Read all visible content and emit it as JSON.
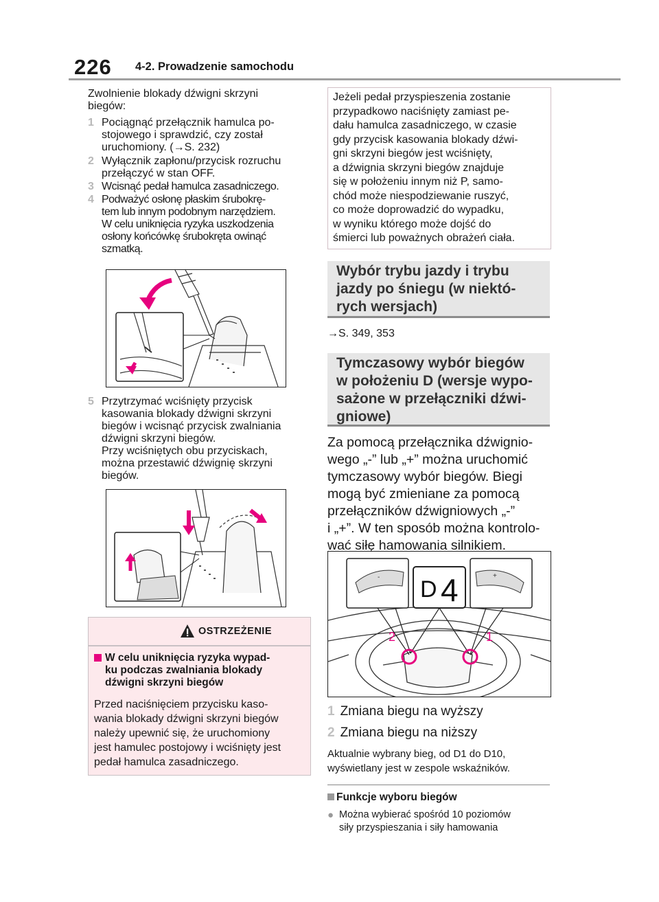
{
  "header": {
    "page_number": "226",
    "chapter": "4-2. Prowadzenie samochodu"
  },
  "left": {
    "intro": [
      "Zwolnienie blokady dźwigni skrzyni",
      "biegów:"
    ],
    "steps": [
      {
        "num": "1",
        "lines": [
          "Pociągnąć przełącznik hamulca po-",
          "stojowego i sprawdzić, czy został",
          "uruchomiony. (→S. 232)"
        ]
      },
      {
        "num": "2",
        "lines": [
          "Wyłącznik zapłonu/przycisk rozruchu",
          "przełączyć w stan OFF."
        ]
      },
      {
        "num": "3",
        "lines": [
          "Wcisnąć pedał hamulca zasadniczego."
        ]
      },
      {
        "num": "4",
        "lines": [
          "Podważyć osłonę płaskim śrubokrę-",
          "tem lub innym podobnym narzędziem.",
          "W celu uniknięcia ryzyka uszkodzenia",
          "osłony końcówkę śrubokręta owinąć",
          "szmatką."
        ]
      },
      {
        "num": "5",
        "lines": [
          "Przytrzymać wciśnięty przycisk",
          "kasowania blokady dźwigni skrzyni",
          "biegów i wcisnąć przycisk zwalniania",
          "dźwigni skrzyni biegów.",
          "Przy wciśniętych obu przyciskach,",
          "można przestawić dźwignię skrzyni",
          "biegów."
        ]
      }
    ],
    "warning": {
      "label": "OSTRZEŻENIE",
      "heading": [
        "W celu uniknięcia ryzyka wypad-",
        "ku podczas zwalniania blokady",
        "dźwigni skrzyni biegów"
      ],
      "body": [
        "Przed naciśnięciem przycisku kaso-",
        "wania blokady dźwigni skrzyni biegów",
        "należy upewnić się, że uruchomiony",
        "jest hamulec postojowy i wciśnięty jest",
        "pedał hamulca zasadniczego."
      ]
    }
  },
  "right": {
    "note": [
      "Jeżeli pedał przyspieszenia zostanie",
      "przypadkowo naciśnięty zamiast pe-",
      "dału hamulca zasadniczego, w czasie",
      "gdy przycisk kasowania blokady dźwi-",
      "gni skrzyni biegów jest wciśnięty,",
      "a dźwignia skrzyni biegów znajduje",
      "się w położeniu innym niż P, samo-",
      "chód może niespodziewanie ruszyć,",
      "co może doprowadzić do wypadku,",
      "w wyniku którego może dojść do",
      "śmierci lub poważnych obrażeń ciała."
    ],
    "section1": [
      "Wybór trybu jazdy i trybu",
      "jazdy po śniegu (w niektó-",
      "rych wersjach)"
    ],
    "ref": "→S. 349, 353",
    "section2": [
      "Tymczasowy wybór biegów",
      "w położeniu D (wersje wypo-",
      "sażone w przełączniki dźwi-",
      "gniowe)"
    ],
    "para": [
      "Za pomocą przełącznika dźwignio-",
      "wego „-” lub „+” można uruchomić",
      "tymczasowy wybór biegów. Biegi",
      "mogą być zmieniane za pomocą",
      "przełączników dźwigniowych „-”",
      "i „+”. W ten sposób można kontrolo-",
      "wać siłę hamowania silnikiem."
    ],
    "figure": {
      "display_d": "D",
      "display_4": "4",
      "label_2": "2",
      "label_1": "1",
      "paddle_minus": "-",
      "paddle_plus": "+"
    },
    "legend": [
      {
        "num": "1",
        "text": "Zmiana biegu na wyższy"
      },
      {
        "num": "2",
        "text": "Zmiana biegu na niższy"
      }
    ],
    "info": [
      "Aktualnie wybrany bieg, od D1 do D10,",
      "wyświetlany jest w zespole wskaźników."
    ],
    "subheading": "Funkcje wyboru biegów",
    "bullet_lines": [
      "Można wybierać spośród 10 poziomów",
      "siły przyspieszania i siły hamowania"
    ]
  },
  "colors": {
    "accent_pink": "#e6007e",
    "warning_bg": "#fde9ec",
    "section_bg": "#e6e6e6"
  },
  "icons": [
    "warning-triangle-icon",
    "square-bullet-icon",
    "circle-bullet-icon",
    "arrow-icon"
  ]
}
